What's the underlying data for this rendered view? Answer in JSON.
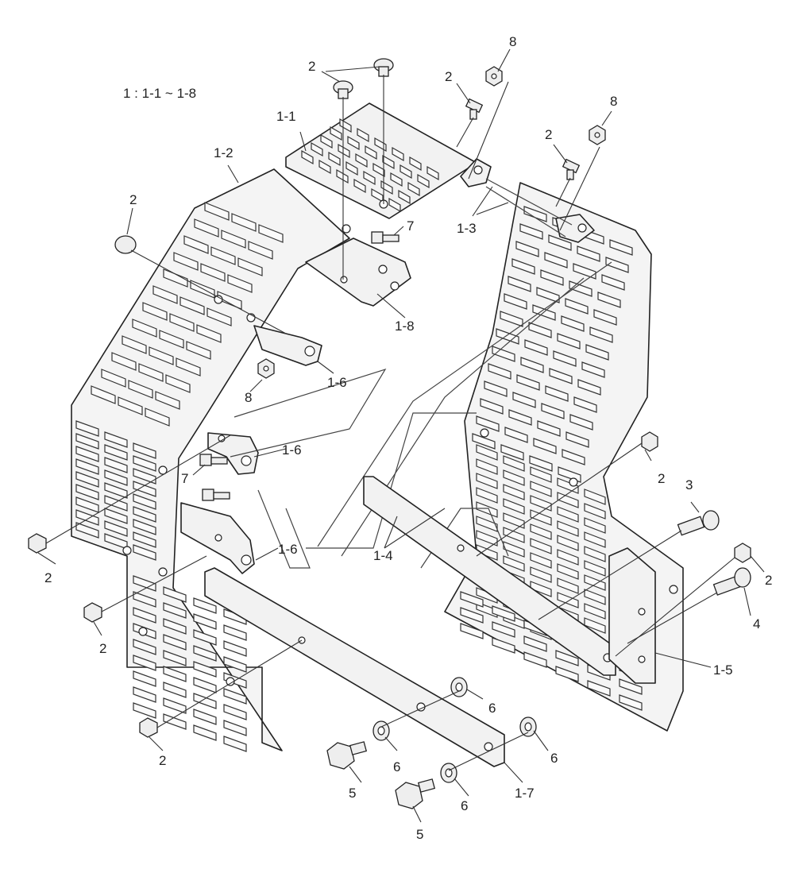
{
  "diagram": {
    "assembly_note": "1 : 1-1 ~ 1-8",
    "callouts": [
      {
        "id": "c01",
        "label": "2"
      },
      {
        "id": "c02",
        "label": "2"
      },
      {
        "id": "c03",
        "label": "8"
      },
      {
        "id": "c04",
        "label": "1-1"
      },
      {
        "id": "c05",
        "label": "8"
      },
      {
        "id": "c06",
        "label": "2"
      },
      {
        "id": "c07",
        "label": "1-2"
      },
      {
        "id": "c08",
        "label": "1-3"
      },
      {
        "id": "c09",
        "label": "2"
      },
      {
        "id": "c10",
        "label": "7"
      },
      {
        "id": "c11",
        "label": "1-8"
      },
      {
        "id": "c12",
        "label": "1-6"
      },
      {
        "id": "c13",
        "label": "8"
      },
      {
        "id": "c14",
        "label": "1-6"
      },
      {
        "id": "c15",
        "label": "7"
      },
      {
        "id": "c16",
        "label": "2"
      },
      {
        "id": "c17",
        "label": "3"
      },
      {
        "id": "c18",
        "label": "1-6"
      },
      {
        "id": "c19",
        "label": "1-4"
      },
      {
        "id": "c20",
        "label": "2"
      },
      {
        "id": "c21",
        "label": "2"
      },
      {
        "id": "c22",
        "label": "4"
      },
      {
        "id": "c23",
        "label": "2"
      },
      {
        "id": "c24",
        "label": "1-5"
      },
      {
        "id": "c25",
        "label": "6"
      },
      {
        "id": "c26",
        "label": "2"
      },
      {
        "id": "c27",
        "label": "6"
      },
      {
        "id": "c28",
        "label": "6"
      },
      {
        "id": "c29",
        "label": "5"
      },
      {
        "id": "c30",
        "label": "1-7"
      },
      {
        "id": "c31",
        "label": "6"
      },
      {
        "id": "c32",
        "label": "5"
      }
    ]
  }
}
